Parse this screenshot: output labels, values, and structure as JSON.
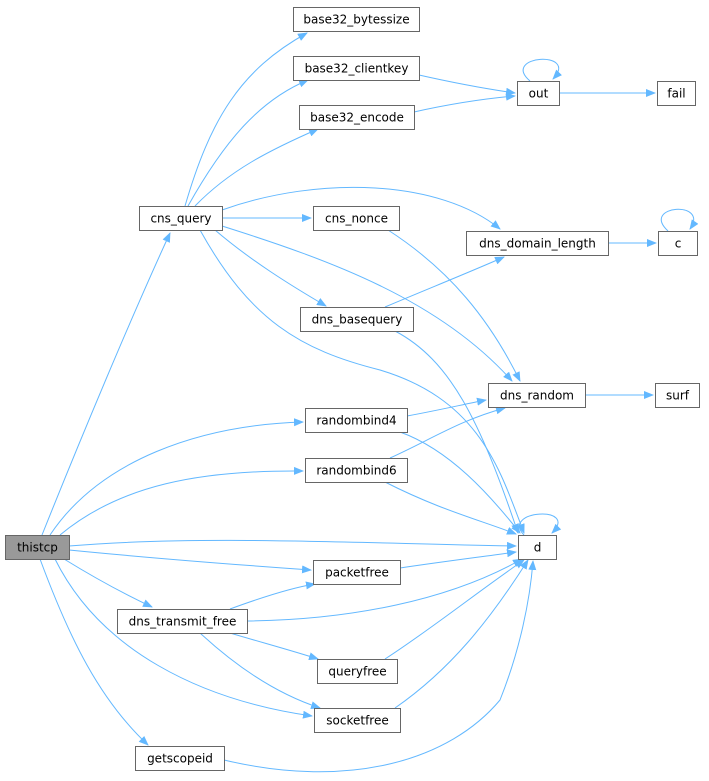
{
  "colors": {
    "edge": "#63b8ff",
    "node_border": "#666666",
    "root_fill": "#999999",
    "node_fill": "#ffffff"
  },
  "nodes": [
    {
      "id": "thistcp",
      "label": "thistcp",
      "root": true
    },
    {
      "id": "cns_query",
      "label": "cns_query"
    },
    {
      "id": "base32_bytessize",
      "label": "base32_bytessize"
    },
    {
      "id": "base32_clientkey",
      "label": "base32_clientkey"
    },
    {
      "id": "base32_encode",
      "label": "base32_encode"
    },
    {
      "id": "out",
      "label": "out"
    },
    {
      "id": "fail",
      "label": "fail"
    },
    {
      "id": "cns_nonce",
      "label": "cns_nonce"
    },
    {
      "id": "dns_domain_length",
      "label": "dns_domain_length"
    },
    {
      "id": "c",
      "label": "c"
    },
    {
      "id": "dns_basequery",
      "label": "dns_basequery"
    },
    {
      "id": "dns_random",
      "label": "dns_random"
    },
    {
      "id": "surf",
      "label": "surf"
    },
    {
      "id": "randombind4",
      "label": "randombind4"
    },
    {
      "id": "randombind6",
      "label": "randombind6"
    },
    {
      "id": "d",
      "label": "d"
    },
    {
      "id": "packetfree",
      "label": "packetfree"
    },
    {
      "id": "dns_transmit_free",
      "label": "dns_transmit_free"
    },
    {
      "id": "queryfree",
      "label": "queryfree"
    },
    {
      "id": "socketfree",
      "label": "socketfree"
    },
    {
      "id": "getscopeid",
      "label": "getscopeid"
    }
  ],
  "edges": [
    {
      "from": "thistcp",
      "to": "cns_query"
    },
    {
      "from": "thistcp",
      "to": "randombind4"
    },
    {
      "from": "thistcp",
      "to": "randombind6"
    },
    {
      "from": "thistcp",
      "to": "d"
    },
    {
      "from": "thistcp",
      "to": "packetfree"
    },
    {
      "from": "thistcp",
      "to": "dns_transmit_free"
    },
    {
      "from": "thistcp",
      "to": "socketfree"
    },
    {
      "from": "thistcp",
      "to": "getscopeid"
    },
    {
      "from": "cns_query",
      "to": "base32_bytessize"
    },
    {
      "from": "cns_query",
      "to": "base32_clientkey"
    },
    {
      "from": "cns_query",
      "to": "base32_encode"
    },
    {
      "from": "cns_query",
      "to": "dns_domain_length"
    },
    {
      "from": "cns_query",
      "to": "cns_nonce"
    },
    {
      "from": "cns_query",
      "to": "dns_basequery"
    },
    {
      "from": "cns_query",
      "to": "dns_random"
    },
    {
      "from": "cns_query",
      "to": "d"
    },
    {
      "from": "base32_clientkey",
      "to": "out"
    },
    {
      "from": "base32_encode",
      "to": "out"
    },
    {
      "from": "out",
      "to": "out"
    },
    {
      "from": "out",
      "to": "fail"
    },
    {
      "from": "cns_nonce",
      "to": "dns_random"
    },
    {
      "from": "dns_domain_length",
      "to": "c"
    },
    {
      "from": "c",
      "to": "c"
    },
    {
      "from": "dns_basequery",
      "to": "dns_domain_length"
    },
    {
      "from": "dns_basequery",
      "to": "d"
    },
    {
      "from": "dns_random",
      "to": "surf"
    },
    {
      "from": "randombind4",
      "to": "dns_random"
    },
    {
      "from": "randombind4",
      "to": "d"
    },
    {
      "from": "randombind6",
      "to": "dns_random"
    },
    {
      "from": "randombind6",
      "to": "d"
    },
    {
      "from": "d",
      "to": "d"
    },
    {
      "from": "packetfree",
      "to": "d"
    },
    {
      "from": "dns_transmit_free",
      "to": "packetfree"
    },
    {
      "from": "dns_transmit_free",
      "to": "d"
    },
    {
      "from": "dns_transmit_free",
      "to": "queryfree"
    },
    {
      "from": "dns_transmit_free",
      "to": "socketfree"
    },
    {
      "from": "queryfree",
      "to": "d"
    },
    {
      "from": "socketfree",
      "to": "d"
    },
    {
      "from": "getscopeid",
      "to": "d"
    }
  ]
}
